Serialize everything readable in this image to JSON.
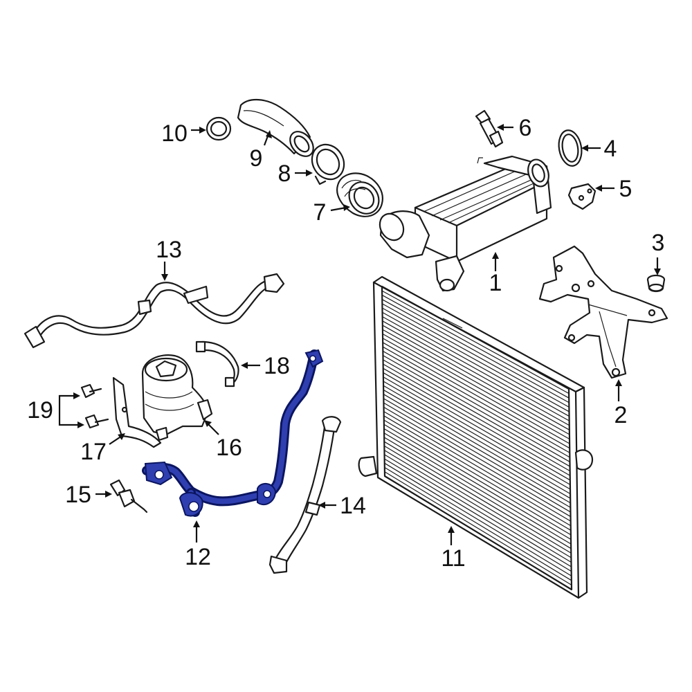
{
  "colors": {
    "line": "#1a1a1a",
    "highlight_fill": "#2f3fb0",
    "highlight_stroke": "#0b1560",
    "background": "#ffffff"
  },
  "callouts": {
    "c1": "1",
    "c2": "2",
    "c3": "3",
    "c4": "4",
    "c5": "5",
    "c6": "6",
    "c7": "7",
    "c8": "8",
    "c9": "9",
    "c10": "10",
    "c11": "11",
    "c12": "12",
    "c13": "13",
    "c14": "14",
    "c15": "15",
    "c16": "16",
    "c17": "17",
    "c18": "18",
    "c19": "19"
  },
  "highlighted_part": "12"
}
